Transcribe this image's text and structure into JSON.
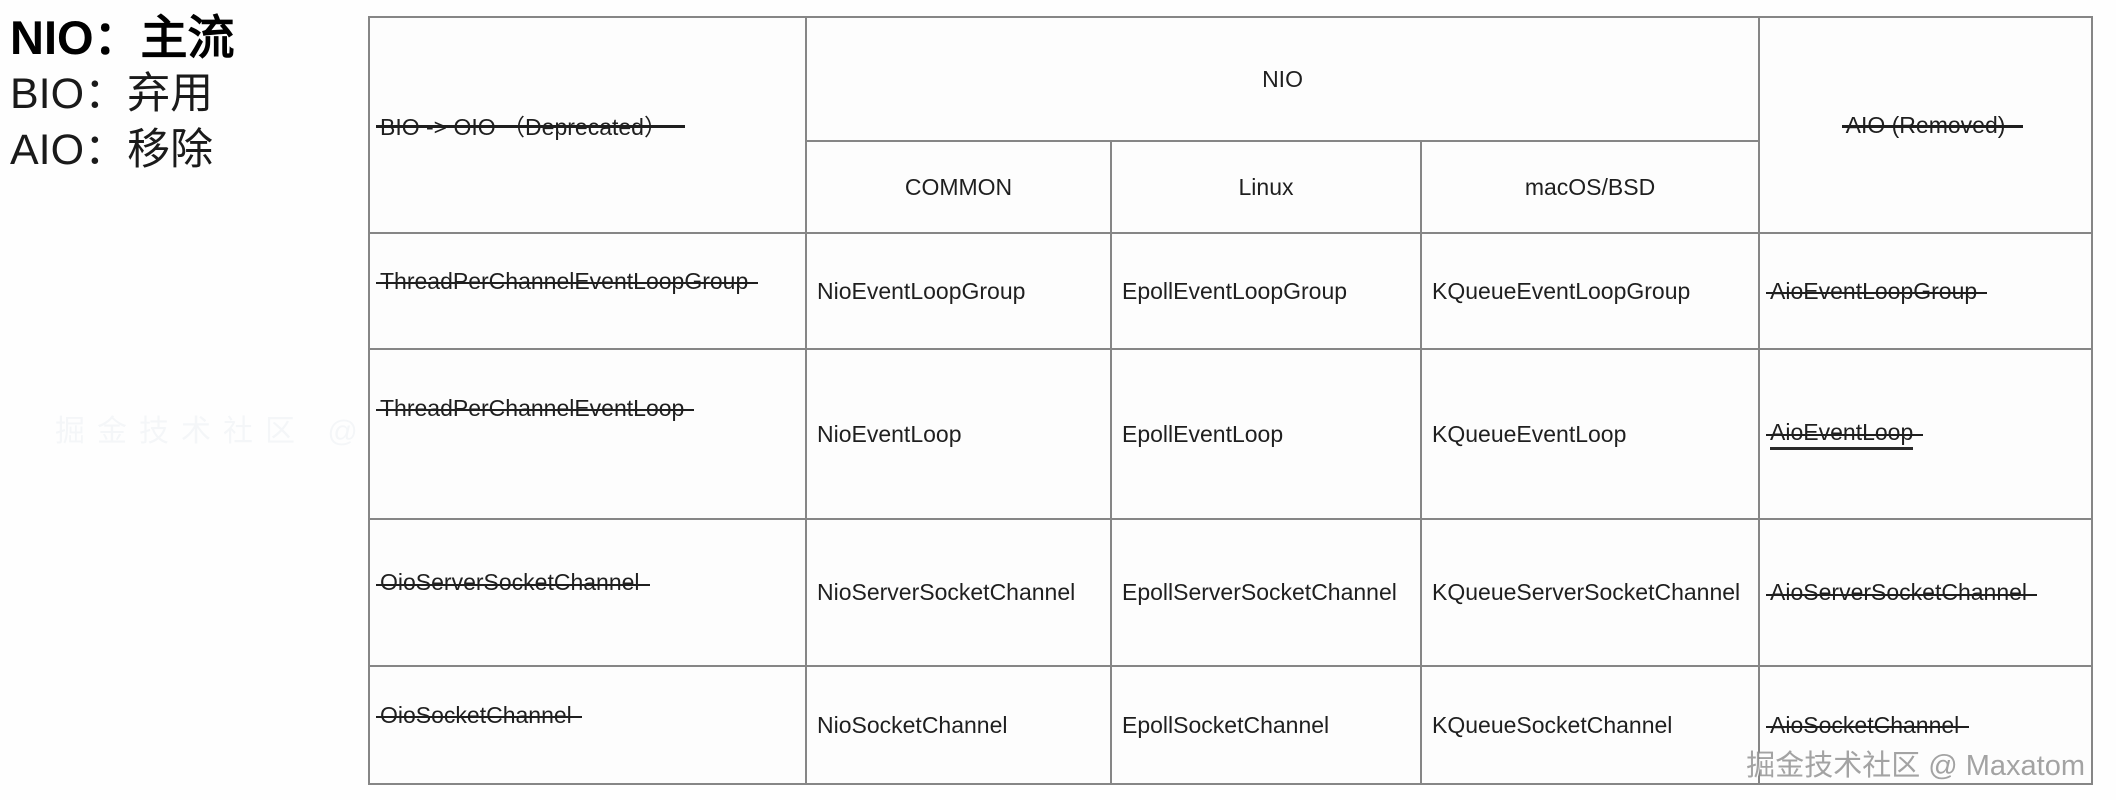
{
  "legend": {
    "lines": [
      {
        "text": "NIO：主流"
      },
      {
        "text": "BIO：弃用"
      },
      {
        "text": "AIO：移除"
      }
    ]
  },
  "table": {
    "header": {
      "bio": "BIO -> OIO （Deprecated）",
      "nio": "NIO",
      "aio": "AIO (Removed)",
      "common": "COMMON",
      "linux": "Linux",
      "macos": "macOS/BSD"
    },
    "rows": [
      {
        "oio": "ThreadPerChannelEventLoopGroup",
        "common": "NioEventLoopGroup",
        "linux": "EpollEventLoopGroup",
        "macos": "KQueueEventLoopGroup",
        "aio": "AioEventLoopGroup"
      },
      {
        "oio": "ThreadPerChannelEventLoop",
        "common": "NioEventLoop",
        "linux": "EpollEventLoop",
        "macos": "KQueueEventLoop",
        "aio": "AioEventLoop"
      },
      {
        "oio": "OioServerSocketChannel",
        "common": "NioServerSocketChannel",
        "linux": "EpollServerSocketChannel",
        "macos": "KQueueServerSocketChannel",
        "aio": "AioServerSocketChannel"
      },
      {
        "oio": "OioSocketChannel",
        "common": "NioSocketChannel",
        "linux": "EpollSocketChannel",
        "macos": "KQueueSocketChannel",
        "aio": "AioSocketChannel"
      }
    ]
  },
  "watermark": {
    "text": "掘金技术社区 @ Maxatom"
  },
  "colors": {
    "accent_blue": "#4d9de9",
    "accent_green": "#72ad4c",
    "border_gray": "#868686",
    "text_dark": "#1f1f1f",
    "watermark_gray": "#949494"
  }
}
